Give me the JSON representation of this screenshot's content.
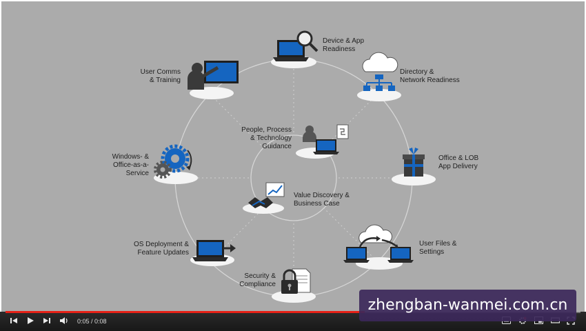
{
  "diagram": {
    "outer_nodes": [
      {
        "id": "device",
        "label": "Device & App\nReadiness",
        "icon": "laptop-search-icon"
      },
      {
        "id": "directory",
        "label": "Directory &\nNetwork Readiness",
        "icon": "cloud-network-icon"
      },
      {
        "id": "office",
        "label": "Office & LOB\nApp Delivery",
        "icon": "gift-box-icon"
      },
      {
        "id": "userfiles",
        "label": "User Files &\nSettings",
        "icon": "laptops-cloud-sync-icon"
      },
      {
        "id": "security",
        "label": "Security &\nCompliance",
        "icon": "lock-document-icon"
      },
      {
        "id": "osdeploy",
        "label": "OS Deployment &\nFeature Updates",
        "icon": "laptop-arrow-icon"
      },
      {
        "id": "waas",
        "label": "Windows- &\nOffice-as-a-\nService",
        "icon": "gears-icon"
      },
      {
        "id": "usercomms",
        "label": "User Comms\n& Training",
        "icon": "presenter-screen-icon"
      }
    ],
    "inner_nodes": [
      {
        "id": "people",
        "label": "People, Process\n& Technology\nGuidance",
        "icon": "person-laptop-icon"
      },
      {
        "id": "value",
        "label": "Value Discovery &\nBusiness Case",
        "icon": "handshake-chart-icon"
      }
    ],
    "colors": {
      "background": "#ababab",
      "accent": "#1565c0",
      "pedestal": "#f4f4f4",
      "ring": "#d6d6d6"
    }
  },
  "player": {
    "time": "0:05 / 0:08",
    "progress_fraction": 0.625,
    "icons": [
      "skip-previous-icon",
      "play-icon",
      "skip-next-icon",
      "volume-icon",
      "subtitles-icon",
      "settings-icon",
      "miniplayer-icon",
      "theater-icon",
      "fullscreen-icon"
    ]
  },
  "watermark": {
    "text": "zhengban-wanmei.com.cn"
  }
}
